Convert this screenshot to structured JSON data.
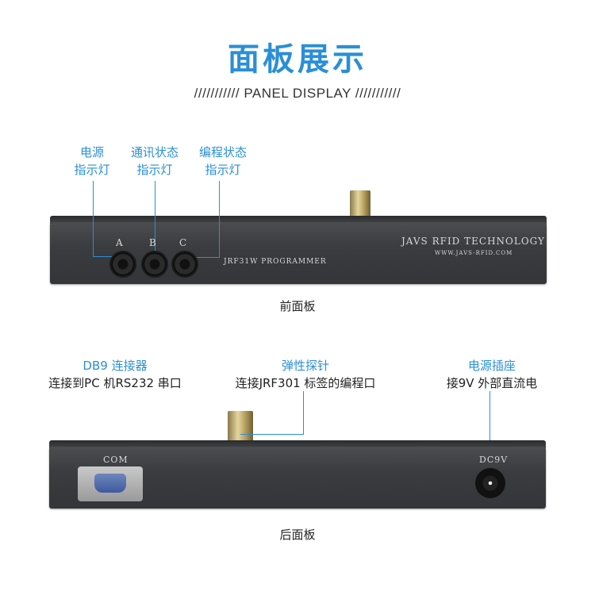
{
  "header": {
    "title": "面板展示",
    "subtitle": "/////////// PANEL DISPLAY ///////////"
  },
  "front": {
    "labels": [
      {
        "line1": "电源",
        "line2": "指示灯"
      },
      {
        "line1": "通讯状态",
        "line2": "指示灯"
      },
      {
        "line1": "编程状态",
        "line2": "指示灯"
      }
    ],
    "led_letters": [
      "A",
      "B",
      "C"
    ],
    "model_text": "JRF31W PROGRAMMER",
    "brand_text": "JAVS RFID TECHNOLOGY",
    "url_text": "WWW.JAVS-RFID.COM",
    "caption": "前面板"
  },
  "back": {
    "labels": [
      {
        "title": "DB9 连接器",
        "desc": "连接到PC 机RS232 串口"
      },
      {
        "title": "弹性探针",
        "desc": "连接JRF301 标签的编程口"
      },
      {
        "title": "电源插座",
        "desc": "接9V 外部直流电"
      }
    ],
    "com_text": "COM",
    "dc_text": "DC9V",
    "caption": "后面板"
  },
  "colors": {
    "accent": "#2a8fd6",
    "device": "#3a3c3f"
  }
}
